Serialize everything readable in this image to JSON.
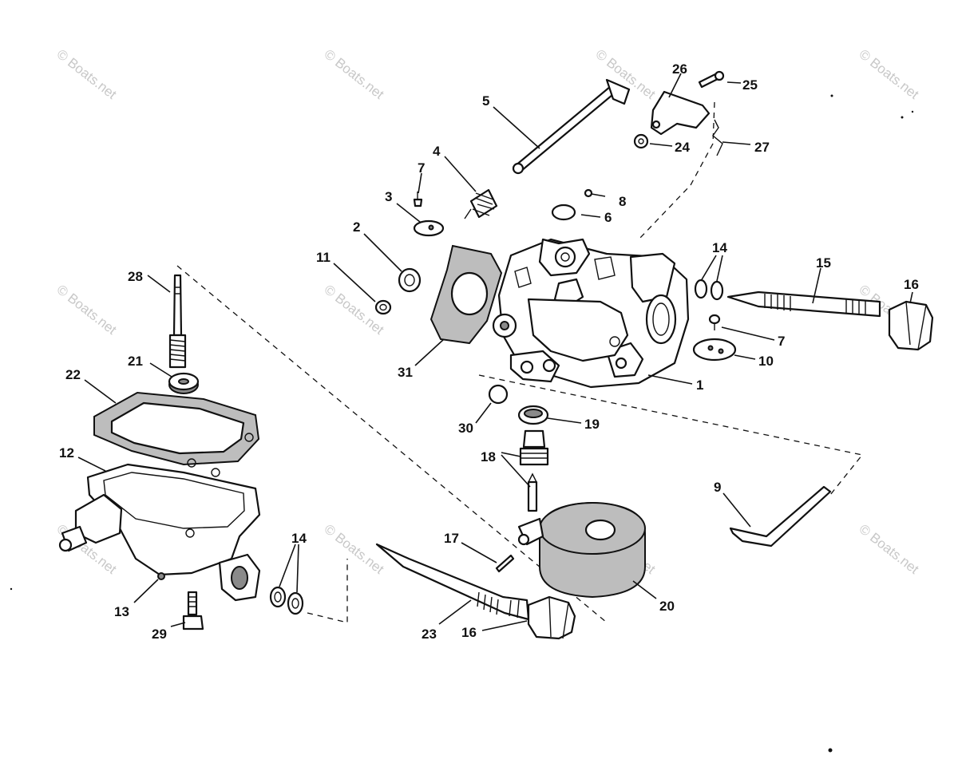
{
  "watermark": "© Boats.net",
  "callouts": {
    "c1": "1",
    "c2": "2",
    "c3": "3",
    "c4": "4",
    "c5": "5",
    "c6": "6",
    "c7a": "7",
    "c7b": "7",
    "c8": "8",
    "c9": "9",
    "c10": "10",
    "c11": "11",
    "c12": "12",
    "c13": "13",
    "c14a": "14",
    "c14b": "14",
    "c15": "15",
    "c16a": "16",
    "c16b": "16",
    "c17": "17",
    "c18": "18",
    "c19": "19",
    "c20": "20",
    "c21": "21",
    "c22": "22",
    "c23": "23",
    "c24": "24",
    "c25": "25",
    "c26": "26",
    "c27": "27",
    "c28": "28",
    "c29": "29",
    "c30": "30",
    "c31": "31"
  }
}
